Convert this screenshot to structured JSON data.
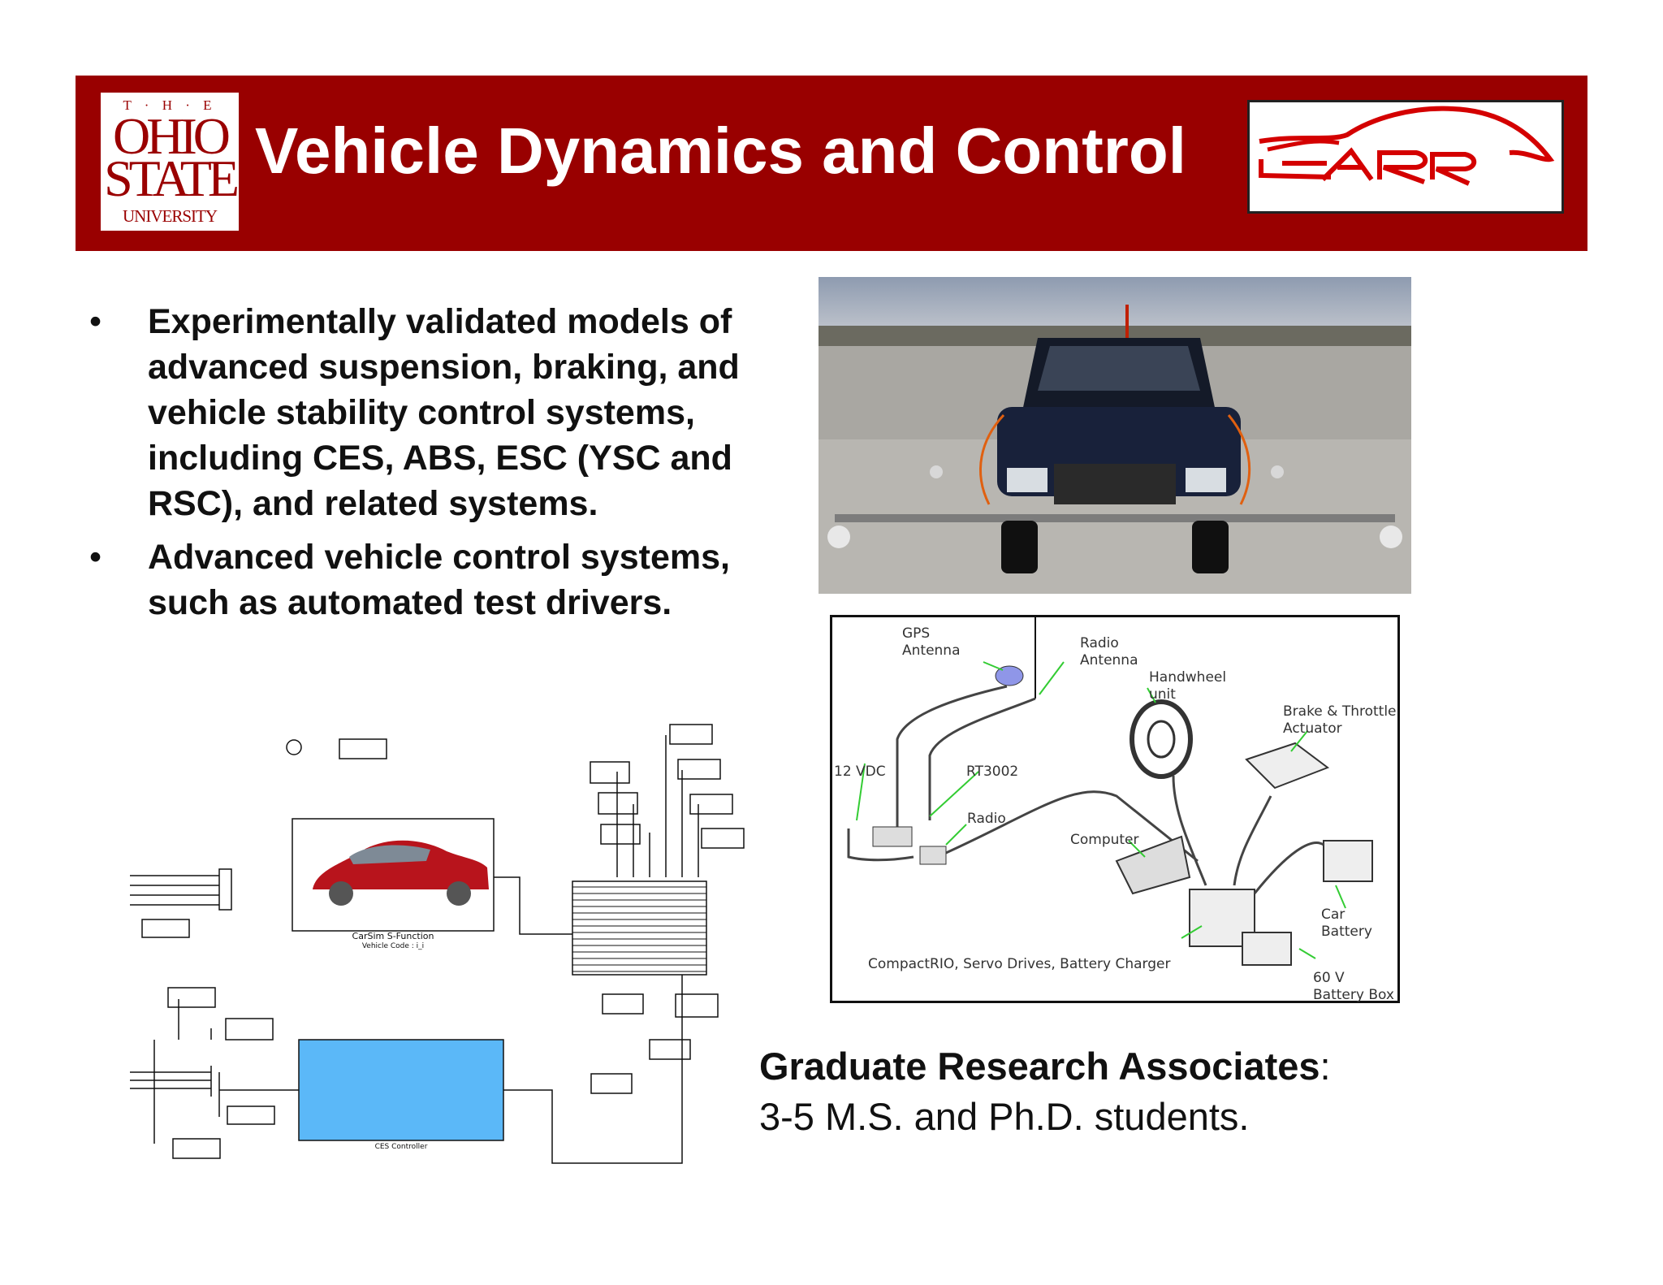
{
  "header": {
    "title": "Vehicle Dynamics and Control",
    "university_logo": {
      "the": "T · H · E",
      "ohio": "OHIO",
      "state": "STATE",
      "university": "UNIVERSITY"
    },
    "lab_logo_text": "CAR"
  },
  "bullets": [
    "Experimentally validated models of advanced suspension, braking, and vehicle stability control systems, including CES, ABS, ESC (YSC and RSC), and related systems.",
    "Advanced vehicle control systems, such as automated test drivers."
  ],
  "bullet_marker": "•",
  "diagram": {
    "labels": {
      "gps": "GPS\nAntenna",
      "radio_antenna": "Radio\nAntenna",
      "handwheel": "Handwheel\nunit",
      "brake_throttle": "Brake & Throttle\nActuator",
      "vdc": "12 VDC",
      "rt3002": "RT3002",
      "radio": "Radio",
      "computer": "Computer",
      "car_battery": "Car Battery",
      "compactrio": "CompactRIO, Servo Drives, Battery Charger",
      "battery_box": "60 V\nBattery Box"
    }
  },
  "simulink": {
    "carsim_label": "CarSim S-Function",
    "carsim_sublabel": "Vehicle Code : i_i",
    "controller_label": "CES Controller"
  },
  "footer": {
    "gra_bold": "Graduate Research Associates",
    "gra_colon": ":",
    "gra_text": "3-5 M.S. and Ph.D. students."
  },
  "colors": {
    "banner": "#990000",
    "logo_red": "#cc0000",
    "controller_blue": "#5bb8f8"
  }
}
